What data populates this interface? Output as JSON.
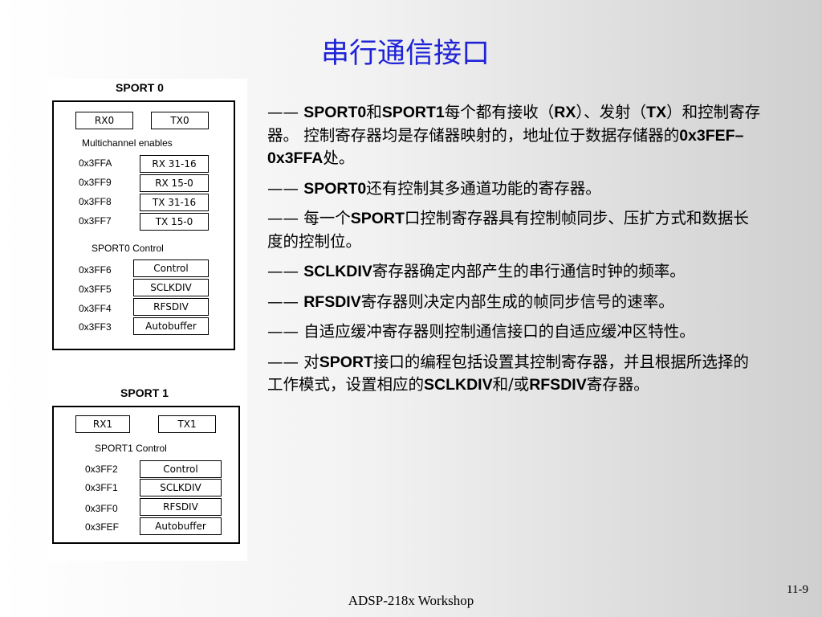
{
  "title": "串行通信接口",
  "sport0": {
    "title": "SPORT 0",
    "rx": "RX0",
    "tx": "TX0",
    "multichannel_label": "Multichannel enables",
    "multichannel_registers": [
      {
        "address": "0x3FFA",
        "name": "RX 31-16"
      },
      {
        "address": "0x3FF9",
        "name": "RX 15-0"
      },
      {
        "address": "0x3FF8",
        "name": "TX 31-16"
      },
      {
        "address": "0x3FF7",
        "name": "TX 15-0"
      }
    ],
    "control_label": "SPORT0 Control",
    "control_registers": [
      {
        "address": "0x3FF6",
        "name": "Control"
      },
      {
        "address": "0x3FF5",
        "name": "SCLKDIV"
      },
      {
        "address": "0x3FF4",
        "name": "RFSDIV"
      },
      {
        "address": "0x3FF3",
        "name": "Autobuffer"
      }
    ]
  },
  "sport1": {
    "title": "SPORT 1",
    "rx": "RX1",
    "tx": "TX1",
    "control_label": "SPORT1 Control",
    "control_registers": [
      {
        "address": "0x3FF2",
        "name": "Control"
      },
      {
        "address": "0x3FF1",
        "name": "SCLKDIV"
      },
      {
        "address": "0x3FF0",
        "name": "RFSDIV"
      },
      {
        "address": "0x3FEF",
        "name": "Autobuffer"
      }
    ]
  },
  "paragraphs": [
    [
      [
        "——",
        false
      ],
      [
        " ",
        false
      ],
      [
        "SPORT0",
        true
      ],
      [
        "和",
        false
      ],
      [
        "SPORT1",
        true
      ],
      [
        "每个都有接收（",
        false
      ],
      [
        "RX",
        true
      ],
      [
        "）、发射（",
        false
      ],
      [
        "TX",
        true
      ],
      [
        "）和控制寄存器。 控制寄存器均是存储器映射的，地址位于数据存储器的",
        false
      ],
      [
        "0x3FEF–0x3FFA",
        true
      ],
      [
        "处。",
        false
      ]
    ],
    [
      [
        "——",
        false
      ],
      [
        " ",
        false
      ],
      [
        "SPORT0",
        true
      ],
      [
        "还有控制其多通道功能的寄存器。",
        false
      ]
    ],
    [
      [
        "——",
        false
      ],
      [
        " 每一个",
        false
      ],
      [
        "SPORT",
        true
      ],
      [
        "口控制寄存器具有控制帧同步、压扩方式和数据长度的控制位。",
        false
      ]
    ],
    [
      [
        "——",
        false
      ],
      [
        " ",
        false
      ],
      [
        "SCLKDIV",
        true
      ],
      [
        "寄存器确定内部产生的串行通信时钟的频率。",
        false
      ]
    ],
    [
      [
        "——",
        false
      ],
      [
        " ",
        false
      ],
      [
        "RFSDIV",
        true
      ],
      [
        "寄存器则决定内部生成的帧同步信号的速率。",
        false
      ]
    ],
    [
      [
        "——",
        false
      ],
      [
        " 自适应缓冲寄存器则控制通信接口的自适应缓冲区特性。",
        false
      ]
    ],
    [
      [
        "——",
        false
      ],
      [
        " 对",
        false
      ],
      [
        "SPORT",
        true
      ],
      [
        "接口的编程包括设置其控制寄存器，并且根据所选择的工作模式，设置相应的",
        false
      ],
      [
        "SCLKDIV",
        true
      ],
      [
        "和/或",
        false
      ],
      [
        "RFSDIV",
        true
      ],
      [
        "寄存器。",
        false
      ]
    ]
  ],
  "slide_number": "11-9",
  "footer": "ADSP-218x Workshop"
}
